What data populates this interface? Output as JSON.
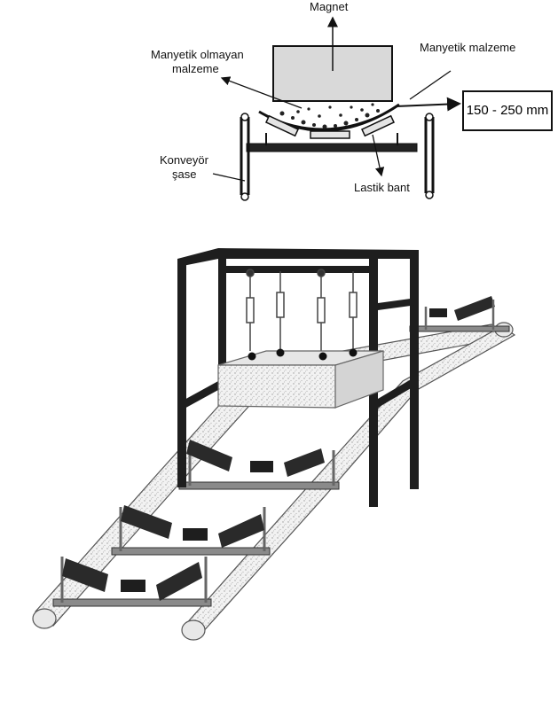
{
  "top_diagram": {
    "magnet_label": "Magnet",
    "nonmagnetic_label_line1": "Manyetik olmayan",
    "nonmagnetic_label_line2": "malzeme",
    "magnetic_label": "Manyetik malzeme",
    "distance_label": "150 - 250 mm",
    "chassis_label_line1": "Konveyör",
    "chassis_label_line2": "şase",
    "belt_label": "Lastik bant"
  },
  "colors": {
    "ink": "#111111",
    "magnet_fill": "#d9d9d9",
    "roller_fill": "#e4e4e4",
    "idler_dark": "#1e1e1e"
  }
}
